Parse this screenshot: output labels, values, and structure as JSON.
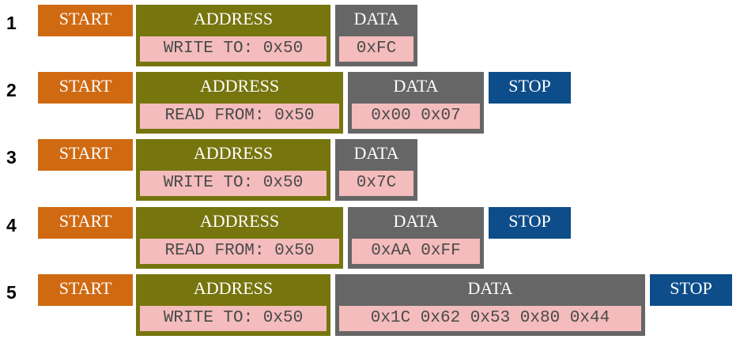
{
  "rows": [
    {
      "number": "1",
      "start": "START",
      "address": {
        "label": "ADDRESS",
        "value": "WRITE TO: 0x50"
      },
      "data": {
        "label": "DATA",
        "value": "0xFC"
      }
    },
    {
      "number": "2",
      "start": "START",
      "address": {
        "label": "ADDRESS",
        "value": "READ FROM: 0x50"
      },
      "data": {
        "label": "DATA",
        "value": "0x00 0x07"
      },
      "stop": "STOP"
    },
    {
      "number": "3",
      "start": "START",
      "address": {
        "label": "ADDRESS",
        "value": "WRITE TO: 0x50"
      },
      "data": {
        "label": "DATA",
        "value": "0x7C"
      }
    },
    {
      "number": "4",
      "start": "START",
      "address": {
        "label": "ADDRESS",
        "value": "READ FROM: 0x50"
      },
      "data": {
        "label": "DATA",
        "value": "0xAA 0xFF"
      },
      "stop": "STOP"
    },
    {
      "number": "5",
      "start": "START",
      "address": {
        "label": "ADDRESS",
        "value": "WRITE TO: 0x50"
      },
      "data": {
        "label": "DATA",
        "value": "0x1C 0x62 0x53 0x80 0x44"
      },
      "stop": "STOP"
    }
  ]
}
